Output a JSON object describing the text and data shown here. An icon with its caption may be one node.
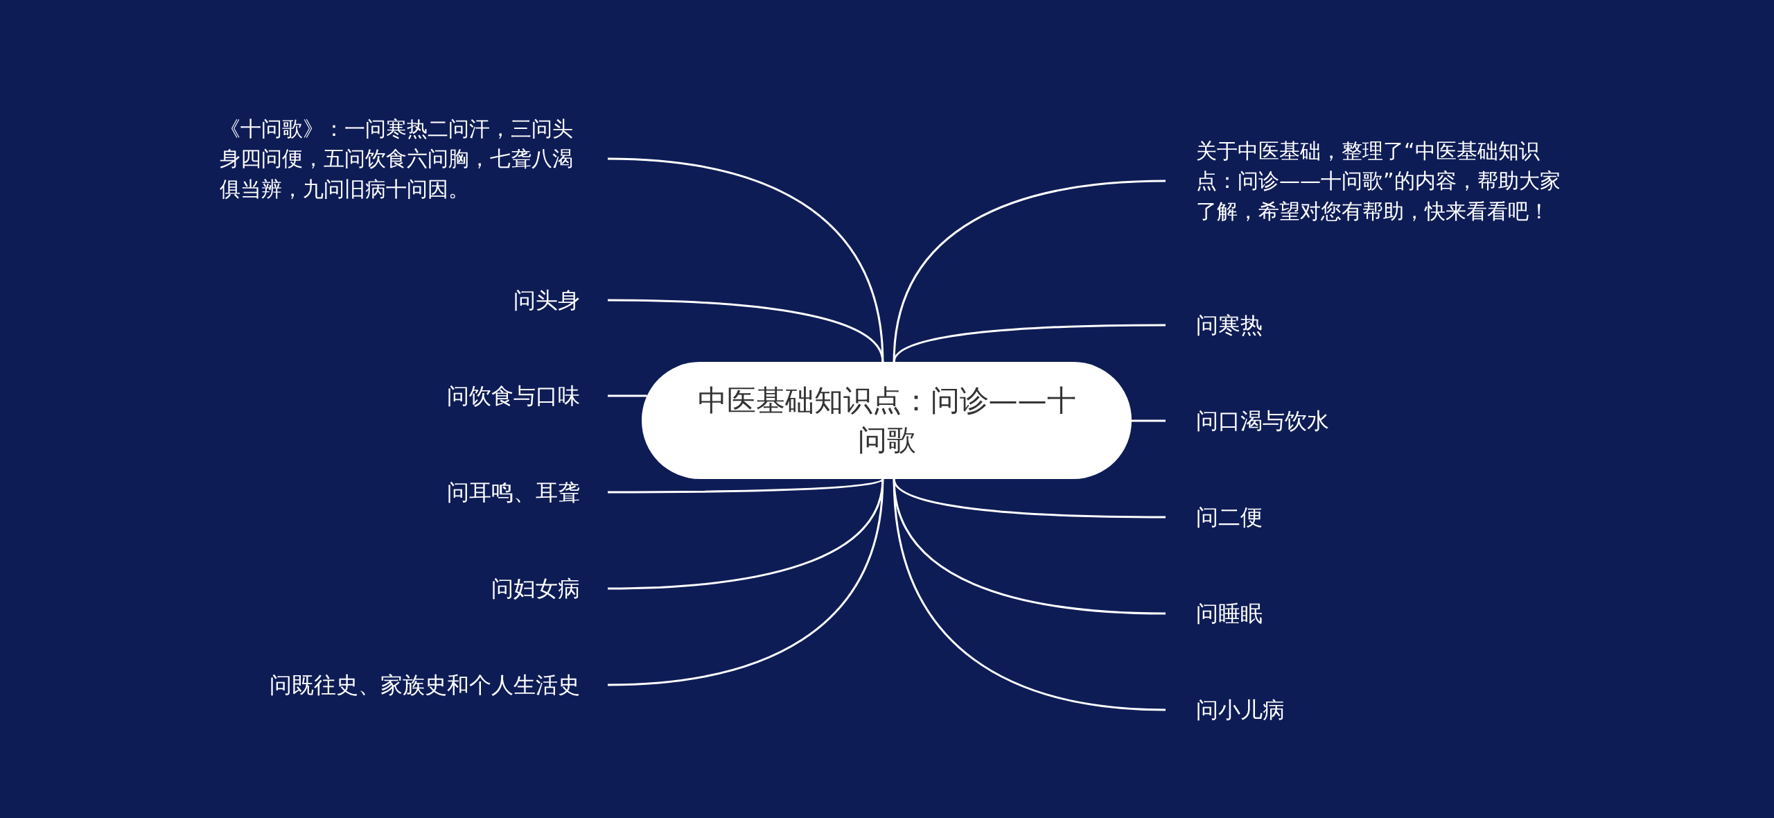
{
  "diagram": {
    "nodes": [
      {
        "text": [
          "中医基础知识点：问诊——十问歌"
        ]
      },
      {
        "text": [
          "《十问歌》：一问寒热二问汗，三问头身四问便，五问饮食六问胸，七聋八渴俱当辨，九问旧病十问因。"
        ]
      },
      {
        "text": [
          "问头身"
        ]
      },
      {
        "text": [
          "问饮食与口味"
        ]
      },
      {
        "text": [
          "问耳鸣、耳聋"
        ]
      },
      {
        "text": [
          "问妇女病"
        ]
      },
      {
        "text": [
          "问既往史、家族史和个人生活史"
        ]
      },
      {
        "text": [
          "关于中医基础，整理了“中医基础知识点：问诊——十问歌”的内容，帮助大家了解，希望对您有帮助，快来看看吧！"
        ]
      },
      {
        "text": [
          "问寒热"
        ]
      },
      {
        "text": [
          "问口渴与饮水"
        ]
      },
      {
        "text": [
          "问二便"
        ]
      },
      {
        "text": [
          "问睡眠"
        ]
      },
      {
        "text": [
          "问小儿病"
        ]
      }
    ],
    "edges": [
      {
        "from": 0,
        "to": 1,
        "arrow": "none"
      },
      {
        "from": 0,
        "to": 2,
        "arrow": "none"
      },
      {
        "from": 0,
        "to": 3,
        "arrow": "none"
      },
      {
        "from": 0,
        "to": 4,
        "arrow": "none"
      },
      {
        "from": 0,
        "to": 5,
        "arrow": "none"
      },
      {
        "from": 0,
        "to": 6,
        "arrow": "none"
      },
      {
        "from": 0,
        "to": 7,
        "arrow": "none"
      },
      {
        "from": 0,
        "to": 8,
        "arrow": "none"
      },
      {
        "from": 0,
        "to": 9,
        "arrow": "none"
      },
      {
        "from": 0,
        "to": 10,
        "arrow": "none"
      },
      {
        "from": 0,
        "to": 11,
        "arrow": "none"
      },
      {
        "from": 0,
        "to": 12,
        "arrow": "none"
      }
    ]
  }
}
